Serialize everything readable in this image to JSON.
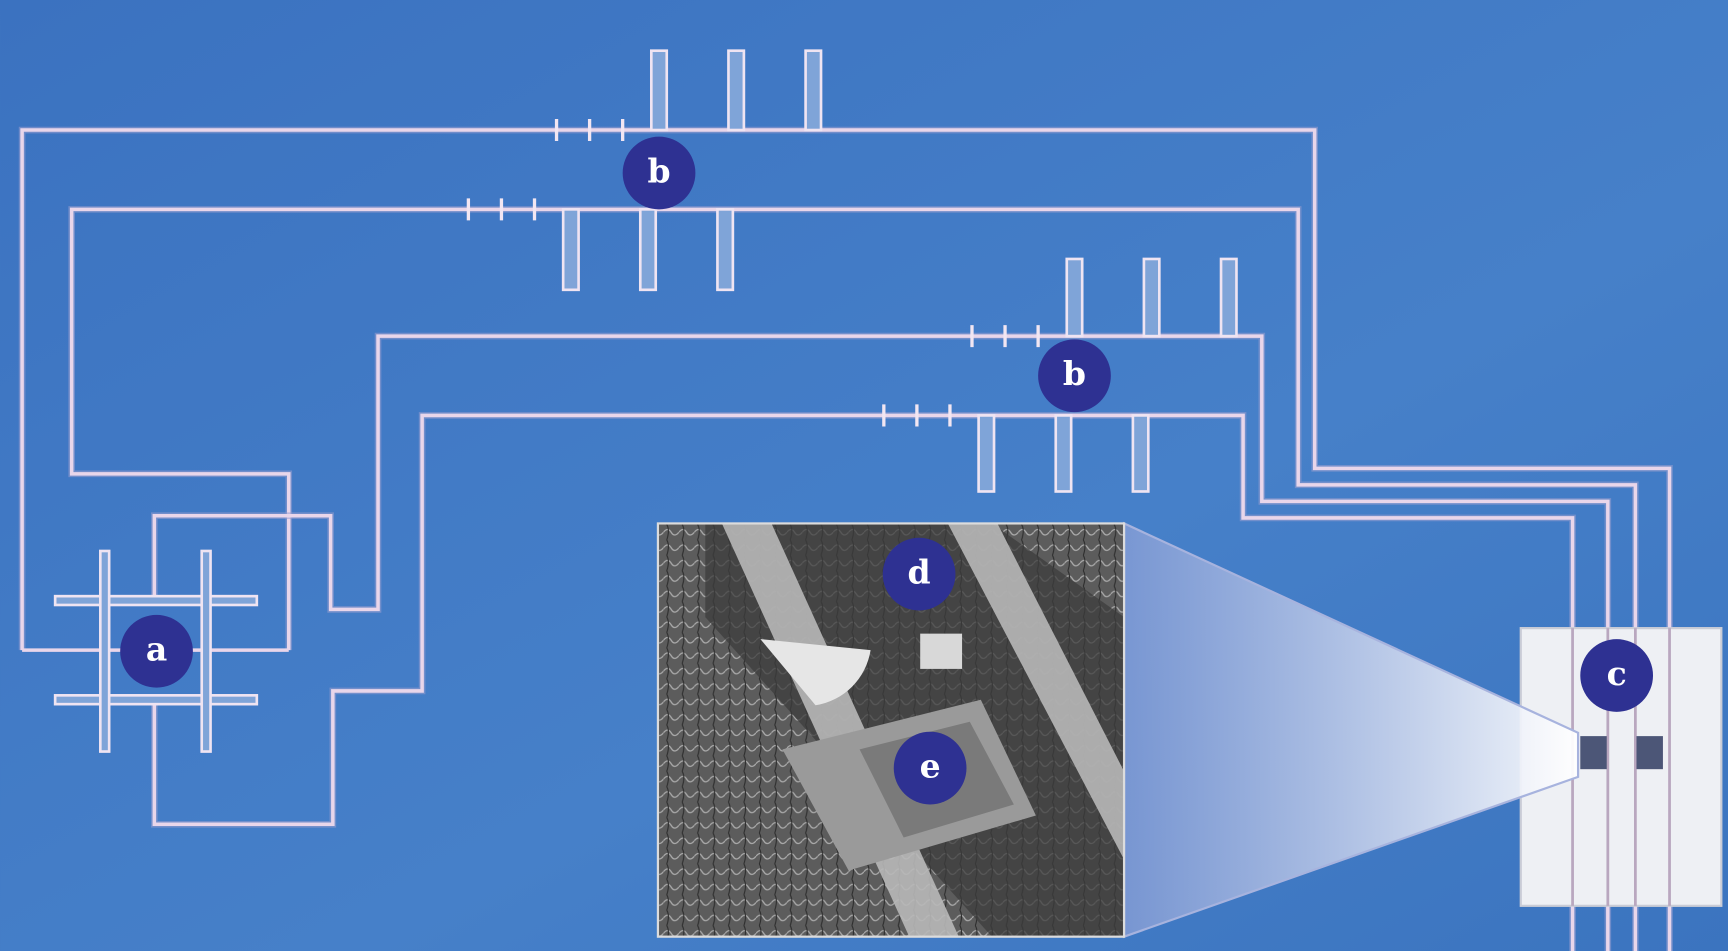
{
  "figure": {
    "labels": {
      "a": "a",
      "b1": "b",
      "b2": "b",
      "c": "c",
      "d": "d",
      "e": "e"
    },
    "colors": {
      "substrate": "#3f78c4",
      "trace": "#e9d6ea",
      "label": "#2e3192",
      "pad": "#eef0f4"
    }
  }
}
